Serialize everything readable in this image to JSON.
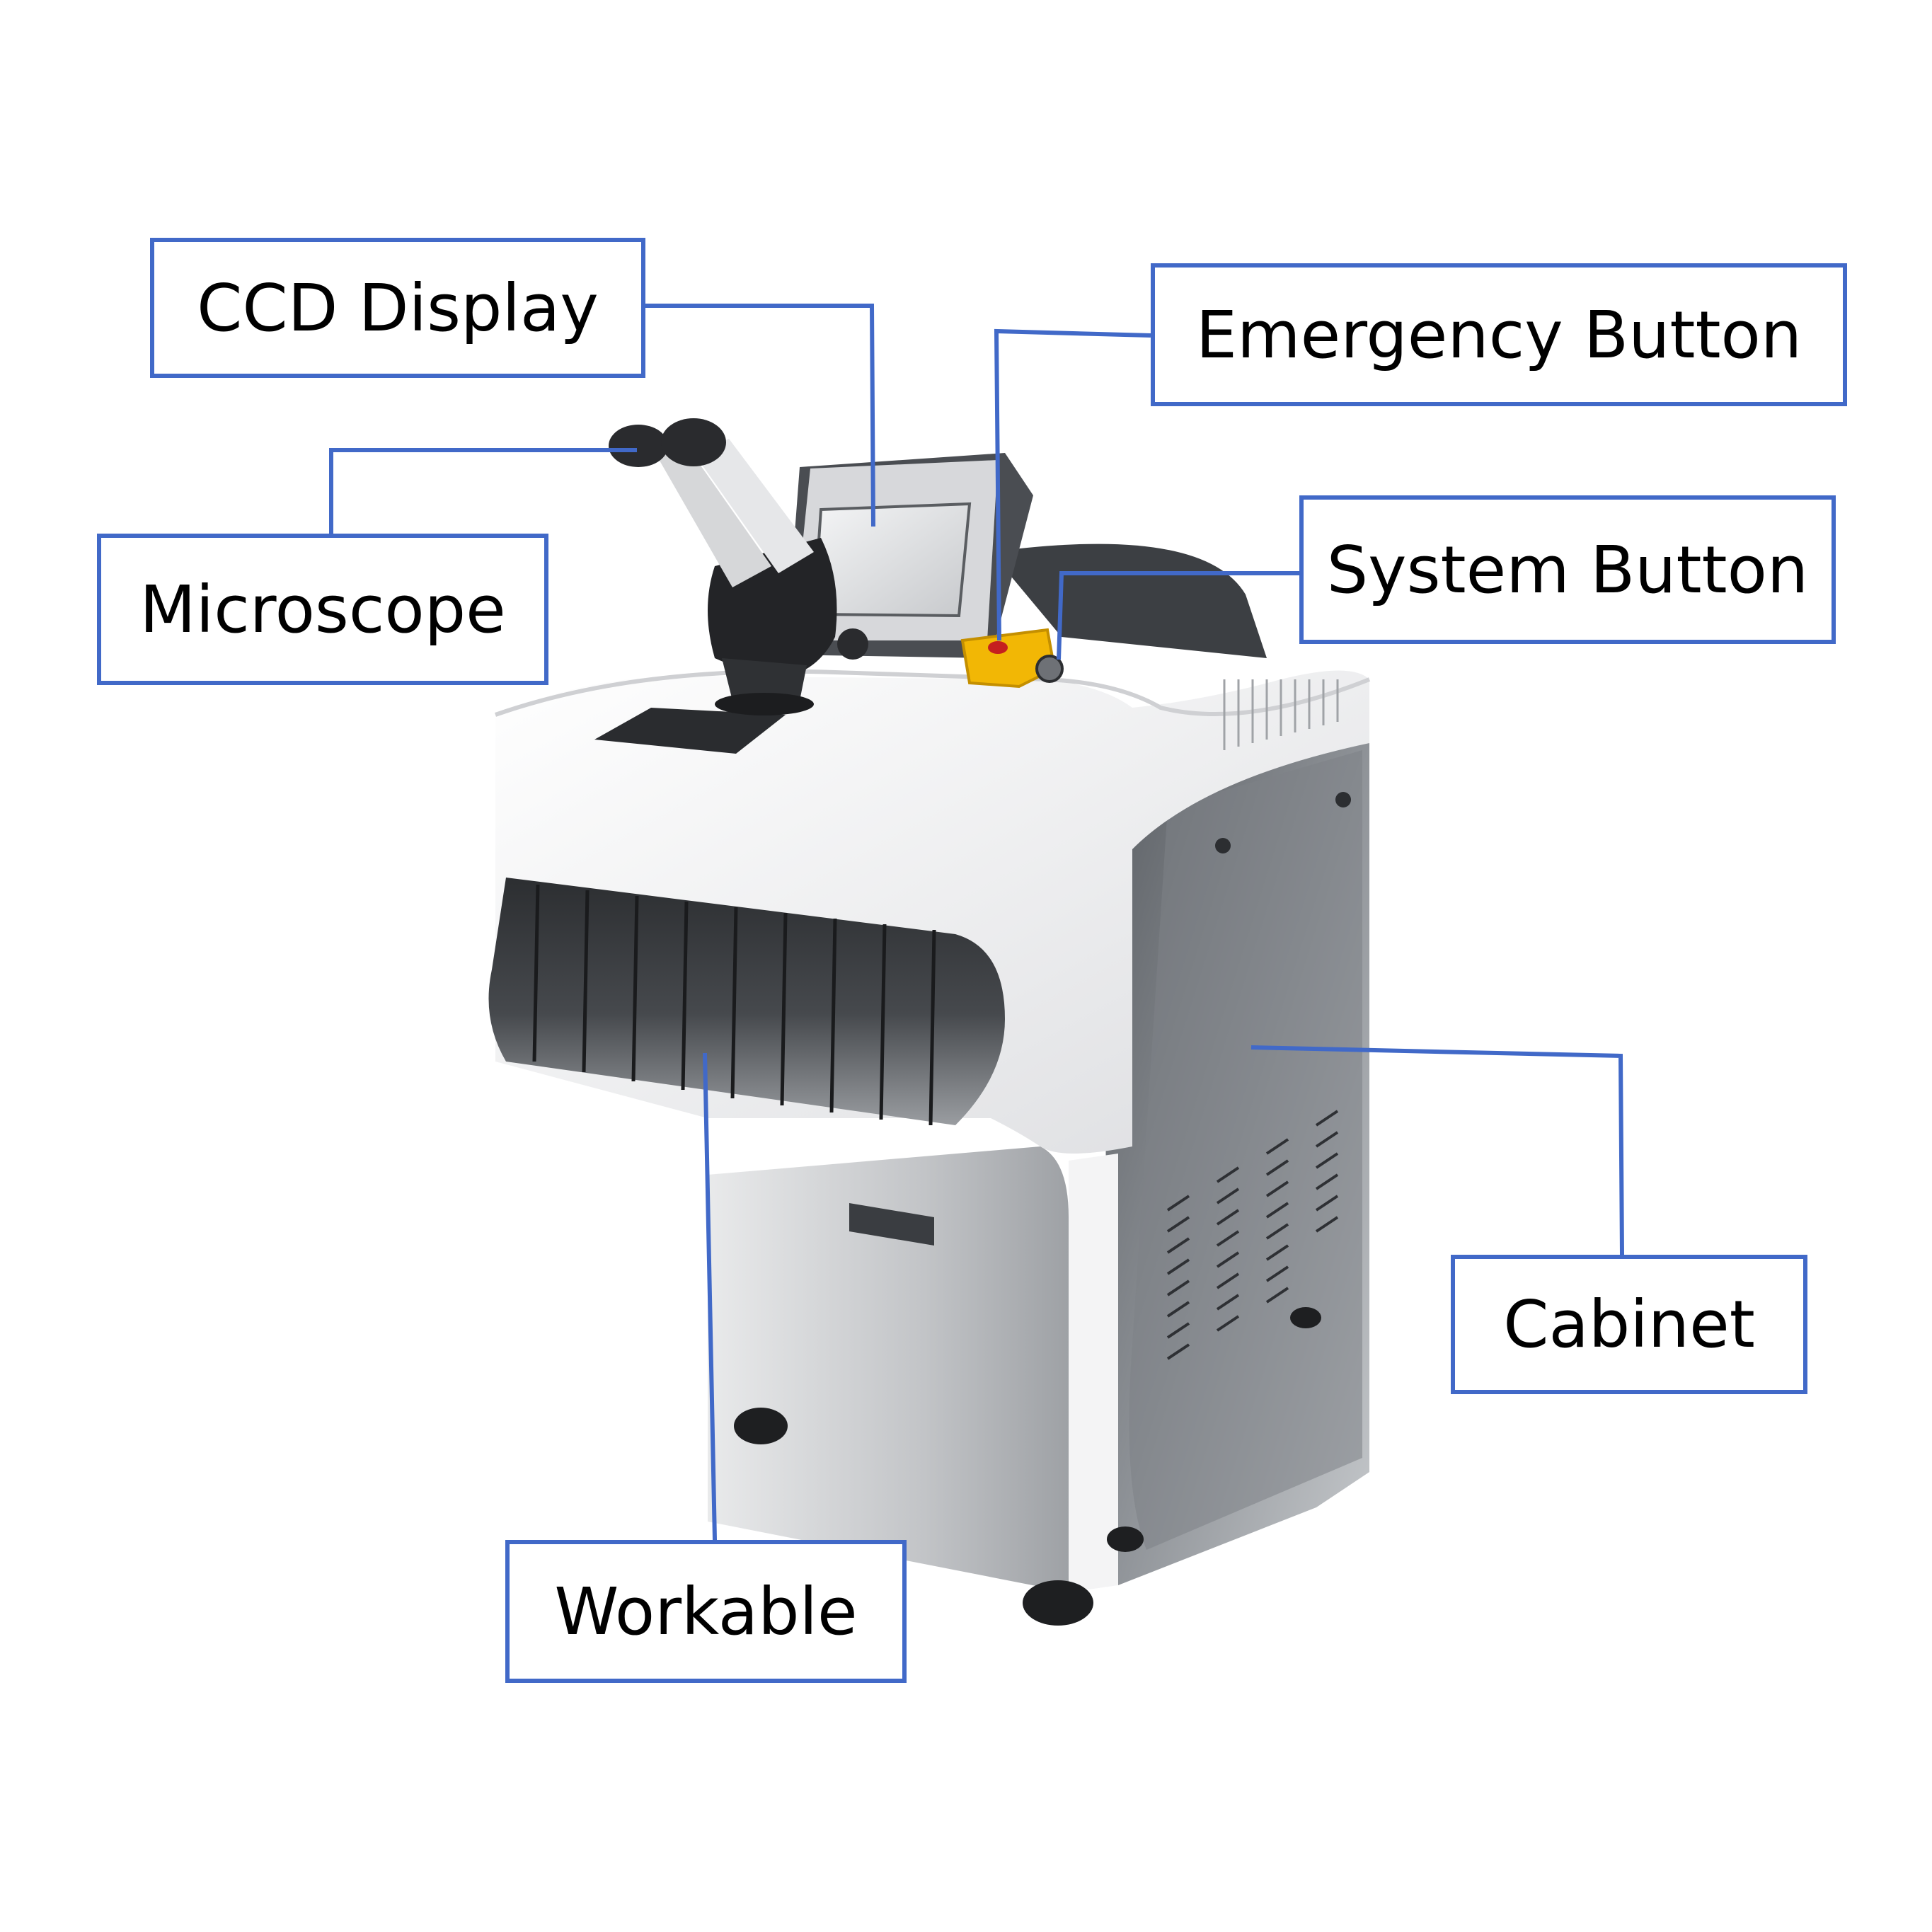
{
  "colors": {
    "leader_line": "#4169c8",
    "label_border": "#4169c8",
    "machine_white": "#f2f2f2",
    "machine_gray": "#8f9296",
    "machine_dark": "#3a3d41",
    "emergency_yellow": "#f2b705"
  },
  "labels": {
    "ccd_display": "CCD Display",
    "emergency_button": "Emergency Button",
    "microscope": "Microscope",
    "system_button": "System Button",
    "cabinet": "Cabinet",
    "workable": "Workable"
  }
}
